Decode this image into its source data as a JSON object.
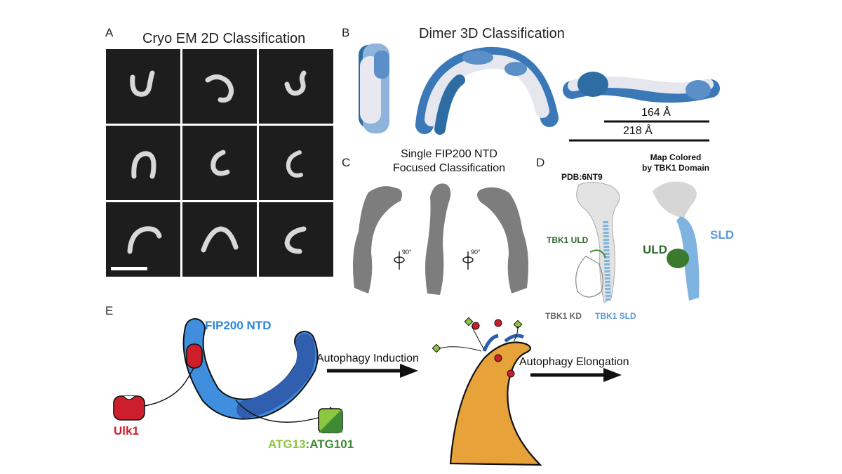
{
  "panels": {
    "a": {
      "letter": "A",
      "title": "Cryo EM 2D Classification"
    },
    "b": {
      "letter": "B",
      "title": "Dimer 3D Classification",
      "measure_short": "164 Å",
      "measure_long": "218 Å"
    },
    "c": {
      "letter": "C",
      "title_line1": "Single FIP200 NTD",
      "title_line2": "Focused Classification",
      "rotation_1": "90°",
      "rotation_2": "90°"
    },
    "d": {
      "letter": "D",
      "pdb_label": "PDB:6NT9",
      "map_title_line1": "Map Colored",
      "map_title_line2": "by TBK1 Domain",
      "tbk1_uld": "TBK1 ULD",
      "tbk1_kd": "TBK1 KD",
      "tbk1_sld": "TBK1 SLD",
      "uld": "ULD",
      "sld": "SLD"
    },
    "e": {
      "letter": "E",
      "fip200_label": "FIP200 NTD",
      "ulk1_label": "Ulk1",
      "atg13_label": "ATG13",
      "colon": ":",
      "atg101_label": "ATG101",
      "arrow1_label": "Autophagy Induction",
      "arrow2_label": "Autophagy Elongation"
    }
  },
  "colors": {
    "fip200_blue": "#2b86d6",
    "fip200_dark": "#2f5fae",
    "ulk1_red": "#cc1f2b",
    "atg13_green": "#8cc63f",
    "atg101_green": "#3f8a35",
    "membrane_orange": "#e7a23a",
    "tbk1_uld_green": "#2f6b2a",
    "sld_blue": "#5b9bd5",
    "kd_gray": "#666666"
  }
}
